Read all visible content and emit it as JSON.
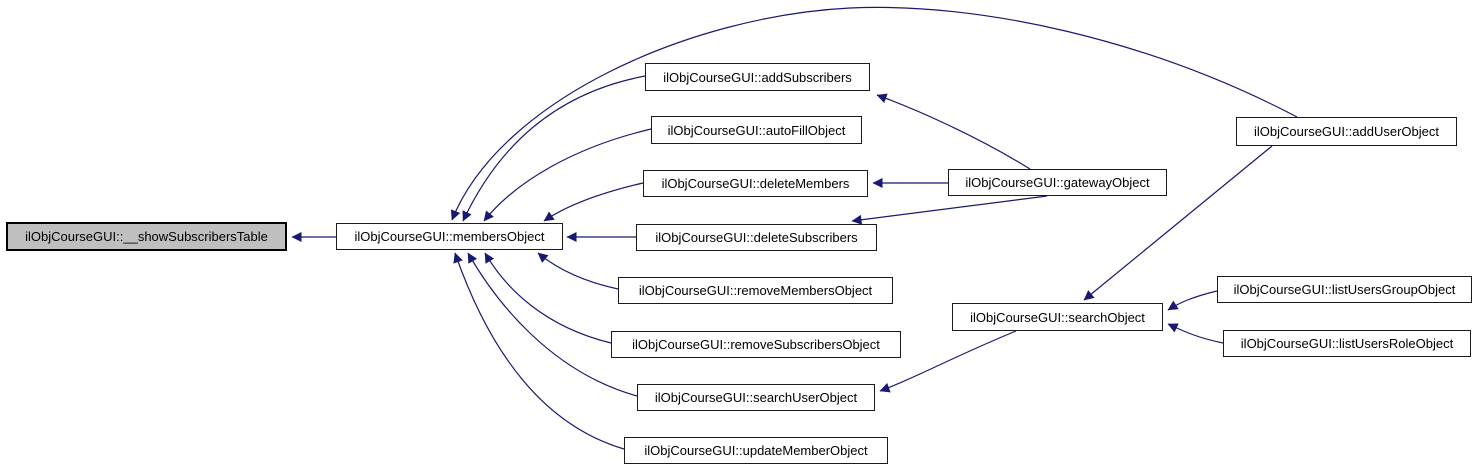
{
  "diagram": {
    "type": "call-graph",
    "edge_color": "#191970",
    "highlight_color": "#bfbfbf",
    "nodes": [
      {
        "id": "show-subscribers-table",
        "label": "ilObjCourseGUI::__showSubscribersTable",
        "highlighted": true
      },
      {
        "id": "members-object",
        "label": "ilObjCourseGUI::membersObject",
        "highlighted": false
      },
      {
        "id": "add-subscribers",
        "label": "ilObjCourseGUI::addSubscribers",
        "highlighted": false
      },
      {
        "id": "auto-fill-object",
        "label": "ilObjCourseGUI::autoFillObject",
        "highlighted": false
      },
      {
        "id": "delete-members",
        "label": "ilObjCourseGUI::deleteMembers",
        "highlighted": false
      },
      {
        "id": "delete-subscribers",
        "label": "ilObjCourseGUI::deleteSubscribers",
        "highlighted": false
      },
      {
        "id": "remove-members-object",
        "label": "ilObjCourseGUI::removeMembersObject",
        "highlighted": false
      },
      {
        "id": "remove-subscribers-object",
        "label": "ilObjCourseGUI::removeSubscribersObject",
        "highlighted": false
      },
      {
        "id": "search-user-object",
        "label": "ilObjCourseGUI::searchUserObject",
        "highlighted": false
      },
      {
        "id": "update-member-object",
        "label": "ilObjCourseGUI::updateMemberObject",
        "highlighted": false
      },
      {
        "id": "gateway-object",
        "label": "ilObjCourseGUI::gatewayObject",
        "highlighted": false
      },
      {
        "id": "add-user-object",
        "label": "ilObjCourseGUI::addUserObject",
        "highlighted": false
      },
      {
        "id": "search-object",
        "label": "ilObjCourseGUI::searchObject",
        "highlighted": false
      },
      {
        "id": "list-users-group-object",
        "label": "ilObjCourseGUI::listUsersGroupObject",
        "highlighted": false
      },
      {
        "id": "list-users-role-object",
        "label": "ilObjCourseGUI::listUsersRoleObject",
        "highlighted": false
      }
    ],
    "edges": [
      {
        "from": "members-object",
        "to": "show-subscribers-table"
      },
      {
        "from": "add-subscribers",
        "to": "members-object"
      },
      {
        "from": "auto-fill-object",
        "to": "members-object"
      },
      {
        "from": "delete-members",
        "to": "members-object"
      },
      {
        "from": "delete-subscribers",
        "to": "members-object"
      },
      {
        "from": "remove-members-object",
        "to": "members-object"
      },
      {
        "from": "remove-subscribers-object",
        "to": "members-object"
      },
      {
        "from": "search-user-object",
        "to": "members-object"
      },
      {
        "from": "update-member-object",
        "to": "members-object"
      },
      {
        "from": "add-user-object",
        "to": "members-object"
      },
      {
        "from": "gateway-object",
        "to": "add-subscribers"
      },
      {
        "from": "gateway-object",
        "to": "delete-members"
      },
      {
        "from": "gateway-object",
        "to": "delete-subscribers"
      },
      {
        "from": "add-user-object",
        "to": "search-object"
      },
      {
        "from": "list-users-group-object",
        "to": "search-object"
      },
      {
        "from": "list-users-role-object",
        "to": "search-object"
      },
      {
        "from": "search-object",
        "to": "search-user-object"
      }
    ]
  }
}
